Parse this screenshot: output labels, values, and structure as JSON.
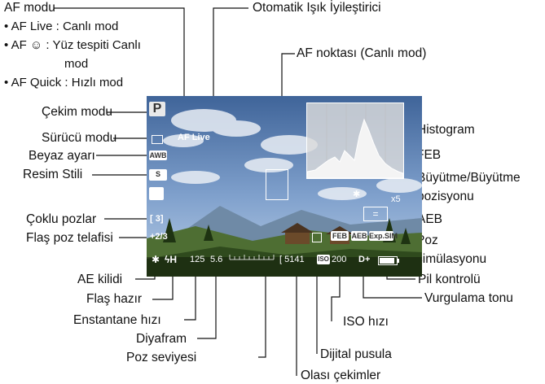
{
  "left_labels": {
    "af_mode": "AF modu",
    "af_live_bullet": "• AF Live : Canlı mod",
    "af_face_bullet": "• AF ☺ : Yüz tespiti Canlı",
    "af_face_bullet_cont": "mod",
    "af_quick_bullet": "• AF Quick : Hızlı mod",
    "shooting_mode": "Çekim modu",
    "drive_mode": "Sürücü modu",
    "white_balance": "Beyaz ayarı",
    "picture_style": "Resim Stili",
    "multiple_exposure": "Çoklu pozlar",
    "flash_comp": "Flaş poz telafisi"
  },
  "right_labels": {
    "alo": "Otomatik Işık İyileştirici",
    "af_point": "AF noktası (Canlı mod)",
    "histogram": "Histogram",
    "feb": "FEB",
    "magnify": "Büyütme/Büyütme",
    "magnify_2": "pozisyonu",
    "aeb": "AEB",
    "exp_sim": "Poz",
    "exp_sim_2": "simülasyonu",
    "battery": "Pil kontrolü",
    "highlight_tone": "Vurgulama tonu"
  },
  "bottom_labels": {
    "ae_lock": "AE kilidi",
    "flash_ready": "Flaş hazır",
    "shutter": "Enstantane hızı",
    "aperture": "Diyafram",
    "exposure_level": "Poz seviyesi",
    "iso": "ISO hızı",
    "digital_compass": "Dijital pusula",
    "possible_shots": "Olası çekimler"
  },
  "overlay": {
    "mode_letter": "P",
    "af_tag": "AF Live",
    "wb": "AWB",
    "style": "S",
    "multi": "[ 3]",
    "flash_comp": "+2/3",
    "ae_lock": "✱",
    "flash": "ϟH",
    "shutter": "125",
    "aperture": "5.6",
    "shots": "[ 5141",
    "iso_label": "ISO",
    "iso_value": "200",
    "d_plus": "D+",
    "feb": "FEB",
    "aeb": "AEB",
    "exp_sim": "Exp.SIM",
    "magnify": "x5",
    "aeb_box": "="
  },
  "colors": {
    "sky_top": "#4f73a8",
    "sky_bottom": "#9ab8da",
    "ground": "#4a6a2e",
    "hist_bg": "#dcdcdc"
  }
}
